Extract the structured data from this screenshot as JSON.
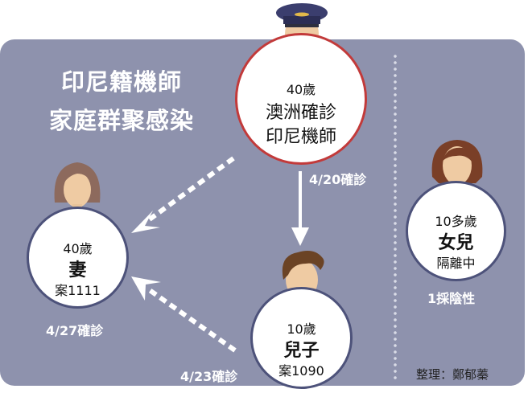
{
  "title": {
    "line1": "印尼籍機師",
    "line2": "家庭群聚感染"
  },
  "nodes": {
    "pilot": {
      "age": "40歲",
      "line1": "澳洲確診",
      "line2": "印尼機師",
      "avatar": "pilot-avatar-icon",
      "border_color": "#c23a3a"
    },
    "wife": {
      "age": "40歲",
      "role": "妻",
      "case": "案1111",
      "date_label": "4/27確診",
      "avatar": "woman-avatar-icon",
      "border_color": "#4d527a"
    },
    "son": {
      "age": "10歲",
      "role": "兒子",
      "case": "案1090",
      "date_label": "4/23確診",
      "avatar": "boy-avatar-icon",
      "border_color": "#4d527a"
    },
    "daughter": {
      "age": "10多歲",
      "role": "女兒",
      "status": "隔離中",
      "result_label": "1採陰性",
      "avatar": "girl-avatar-icon",
      "border_color": "#4d527a"
    }
  },
  "edges": [
    {
      "from": "pilot",
      "to": "son",
      "style": "solid",
      "label": "4/20確診"
    },
    {
      "from": "pilot",
      "to": "wife",
      "style": "dashed",
      "label": ""
    },
    {
      "from": "son",
      "to": "wife",
      "style": "dashed",
      "label": ""
    }
  ],
  "credit": "整理：鄭郁蓁",
  "colors": {
    "panel_bg": "#8e92ad",
    "pilot_border": "#c23a3a",
    "member_border": "#4d527a",
    "text_light": "#ffffff"
  }
}
